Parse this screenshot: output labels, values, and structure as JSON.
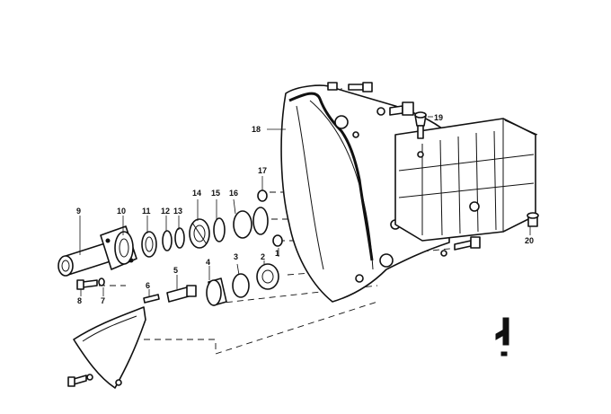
{
  "callouts": [
    {
      "id": "1",
      "label": "1"
    },
    {
      "id": "2",
      "label": "2"
    },
    {
      "id": "3",
      "label": "3"
    },
    {
      "id": "4",
      "label": "4"
    },
    {
      "id": "5",
      "label": "5"
    },
    {
      "id": "6",
      "label": "6"
    },
    {
      "id": "7",
      "label": "7"
    },
    {
      "id": "8",
      "label": "8"
    },
    {
      "id": "9",
      "label": "9"
    },
    {
      "id": "10",
      "label": "10"
    },
    {
      "id": "11",
      "label": "11"
    },
    {
      "id": "12",
      "label": "12"
    },
    {
      "id": "13",
      "label": "13"
    },
    {
      "id": "14",
      "label": "14"
    },
    {
      "id": "15",
      "label": "15"
    },
    {
      "id": "16",
      "label": "16"
    },
    {
      "id": "17",
      "label": "17"
    },
    {
      "id": "18",
      "label": "18"
    },
    {
      "id": "19",
      "label": "19"
    },
    {
      "id": "20",
      "label": "20"
    }
  ],
  "colors": {
    "ink": "#111111",
    "paper": "#ffffff"
  }
}
